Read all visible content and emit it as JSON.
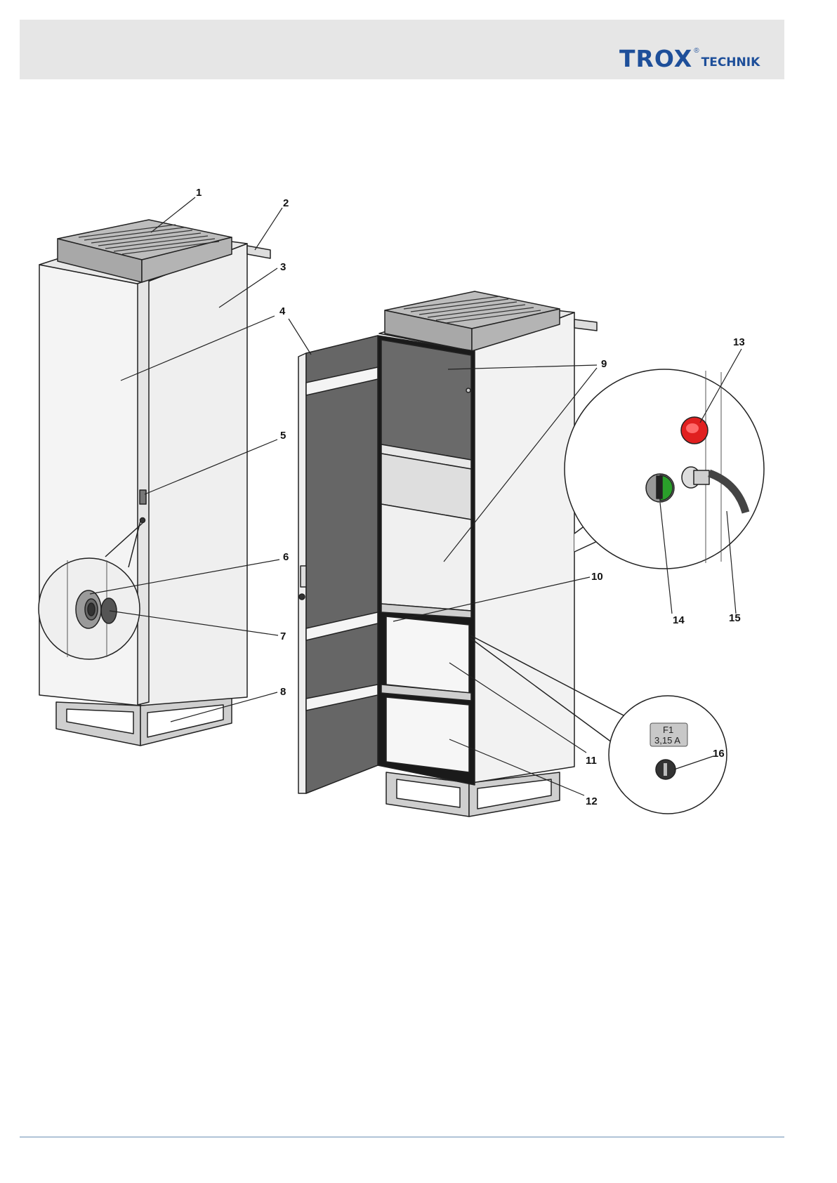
{
  "header": {
    "brand_main": "TROX",
    "brand_registered": "®",
    "brand_sub": "TECHNIK"
  },
  "figure": {
    "callouts": [
      "1",
      "2",
      "3",
      "4",
      "5",
      "6",
      "7",
      "8",
      "9",
      "10",
      "11",
      "12",
      "13",
      "14",
      "15",
      "16"
    ],
    "fuse_label_line1": "F1",
    "fuse_label_line2": "3,15 A"
  },
  "colors": {
    "brand_blue": "#1e4f9a",
    "header_grey": "#e6e6e6",
    "panel_dark": "#666666",
    "lamp_red": "#e02020",
    "switch_green": "#2aa02a",
    "footer_rule": "#6b8fb4"
  }
}
